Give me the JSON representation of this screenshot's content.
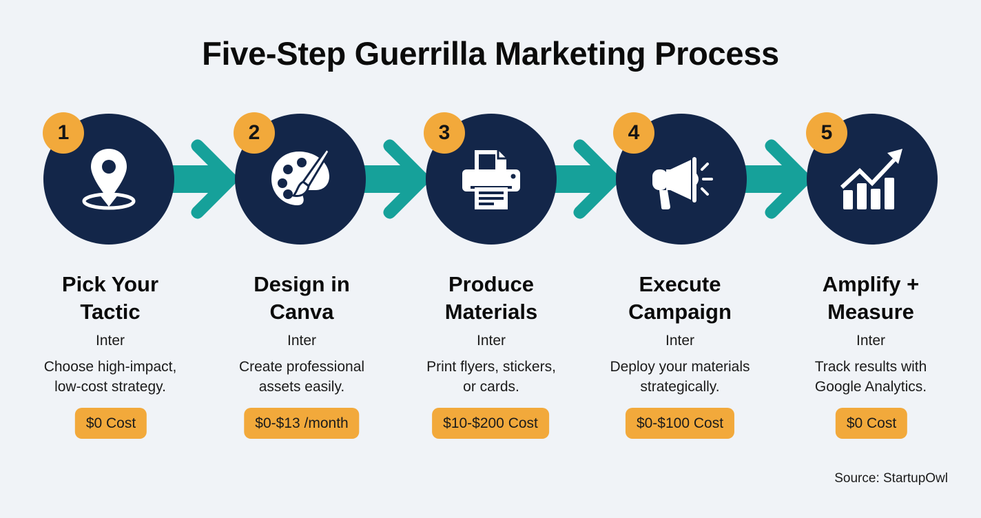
{
  "title": "Five-Step Guerrilla Marketing Process",
  "colors": {
    "background": "#f0f3f7",
    "circle": "#132649",
    "badge": "#f2a93b",
    "arrow": "#16a19a",
    "pill": "#f2a93b",
    "text": "#111111"
  },
  "steps": [
    {
      "number": "1",
      "icon": "map-pin-icon",
      "title_line1": "Pick Your",
      "title_line2": "Tactic",
      "font_label": "Inter",
      "desc_line1": "Choose high-impact,",
      "desc_line2": "low-cost strategy.",
      "cost": "$0 Cost"
    },
    {
      "number": "2",
      "icon": "palette-brush-icon",
      "title_line1": "Design in",
      "title_line2": "Canva",
      "font_label": "Inter",
      "desc_line1": "Create professional",
      "desc_line2": "assets easily.",
      "cost": "$0-$13 /month"
    },
    {
      "number": "3",
      "icon": "printer-icon",
      "title_line1": "Produce",
      "title_line2": "Materials",
      "font_label": "Inter",
      "desc_line1": "Print flyers, stickers,",
      "desc_line2": "or cards.",
      "cost": "$10-$200 Cost"
    },
    {
      "number": "4",
      "icon": "megaphone-icon",
      "title_line1": "Execute",
      "title_line2": "Campaign",
      "font_label": "Inter",
      "desc_line1": "Deploy your materials",
      "desc_line2": "strategically.",
      "cost": "$0-$100 Cost"
    },
    {
      "number": "5",
      "icon": "growth-chart-icon",
      "title_line1": "Amplify +",
      "title_line2": "Measure",
      "font_label": "Inter",
      "desc_line1": "Track results with",
      "desc_line2": "Google Analytics.",
      "cost": "$0 Cost"
    }
  ],
  "source": "Source: StartupOwl"
}
